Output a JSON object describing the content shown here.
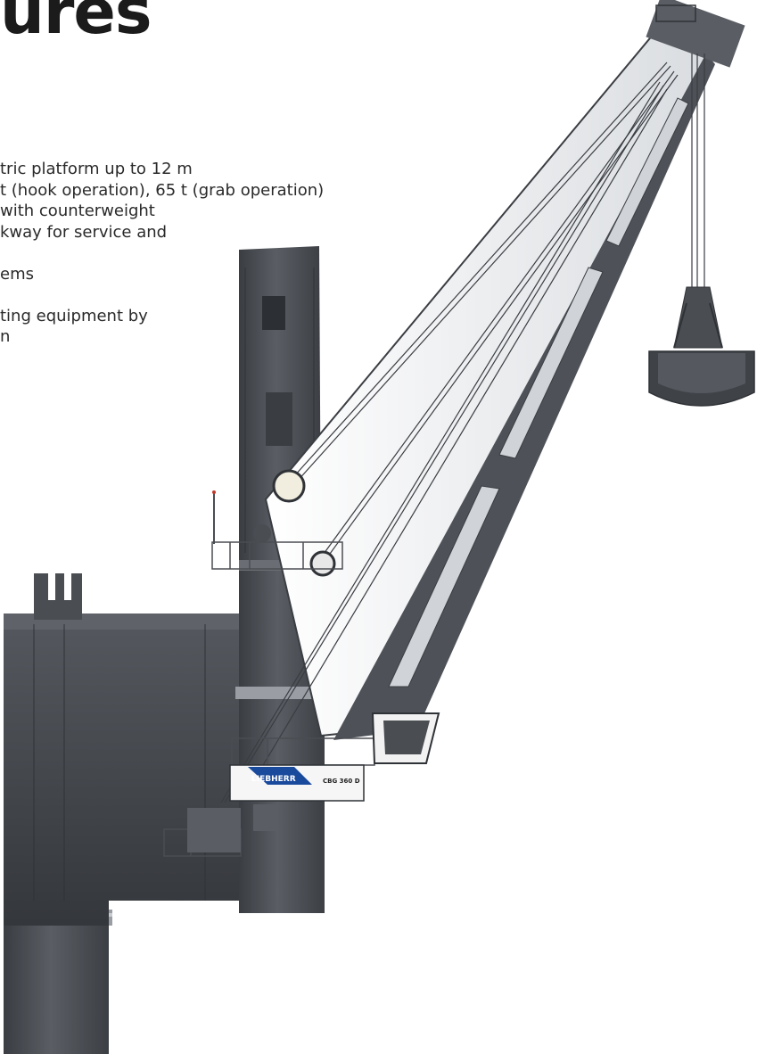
{
  "title": "ures",
  "features": [
    "tric platform up to 12 m",
    "t (hook operation), 65 t (grab operation)",
    "with counterweight",
    "kway for service and",
    "",
    "ems",
    "",
    "ting equipment by",
    "n"
  ],
  "crane": {
    "brand": "LIEBHERR",
    "model": "CBG 360 D"
  },
  "colors": {
    "body": "#4a4d52",
    "boom": "#eef0f3",
    "outline": "#2f3236",
    "text": "#1b1b1b"
  }
}
